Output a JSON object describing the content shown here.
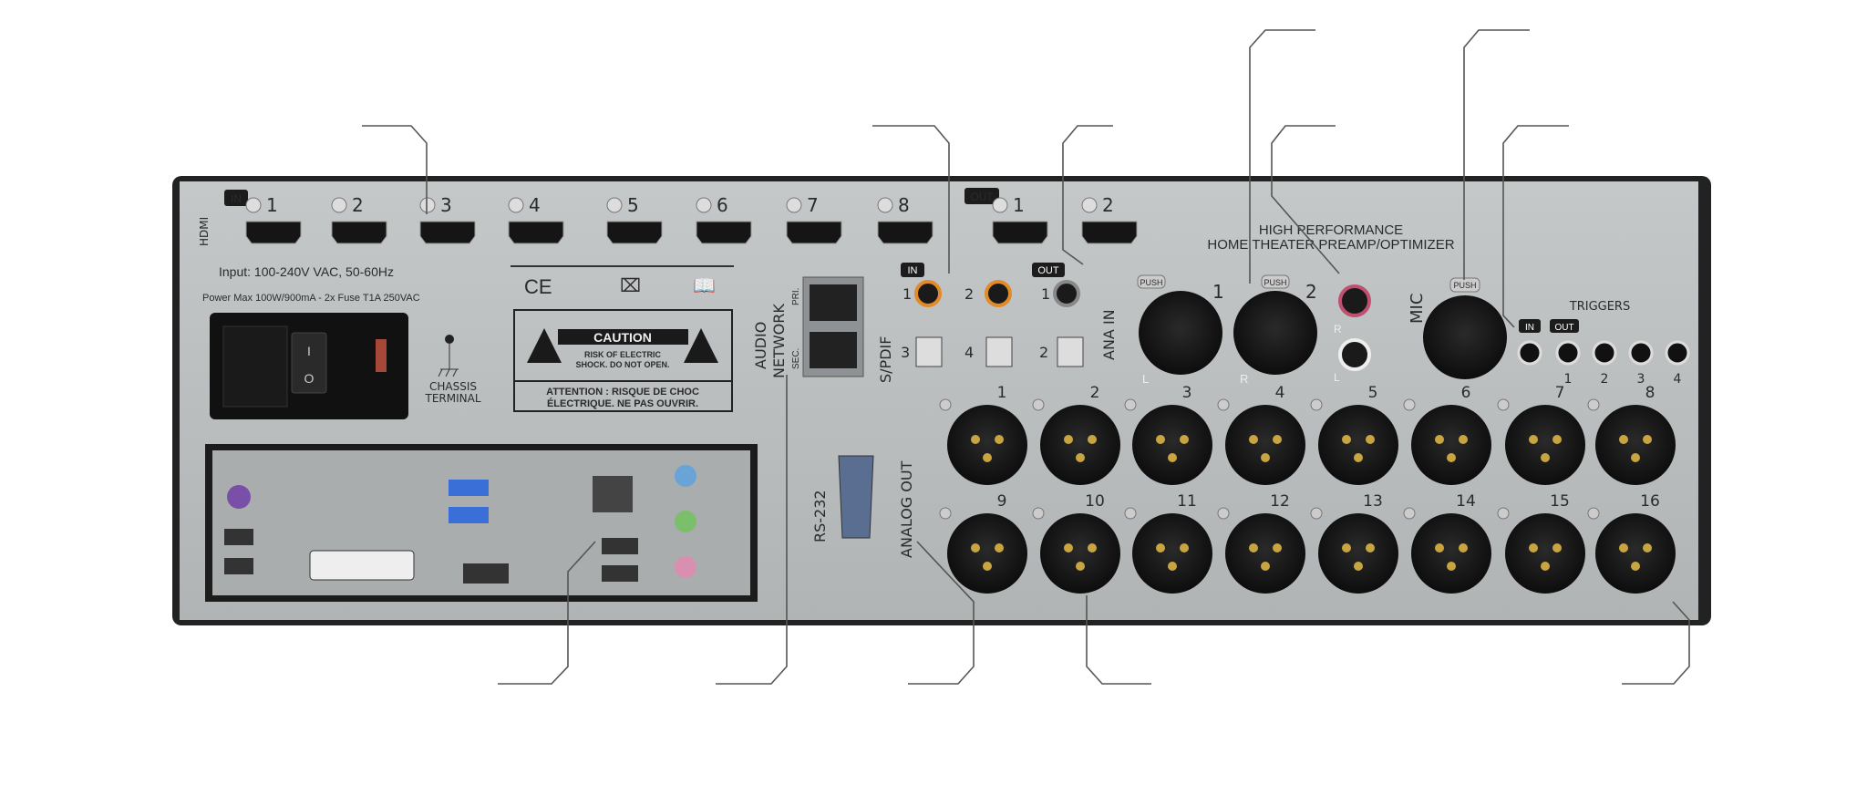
{
  "hdmi": {
    "section_label": "HDMI",
    "in_badge": "IN",
    "out_badge": "OUT",
    "inputs": [
      "1",
      "2",
      "3",
      "4",
      "5",
      "6",
      "7",
      "8"
    ],
    "outputs": [
      "1",
      "2"
    ]
  },
  "power": {
    "input_text": "Input: 100-240V VAC, 50-60Hz",
    "rating_text": "Power Max 100W/900mA - 2x Fuse T1A 250VAC",
    "switch_on": "I",
    "switch_off": "O",
    "chassis_label_1": "CHASSIS",
    "chassis_label_2": "TERMINAL"
  },
  "compliance": {
    "ce_mark": "CE",
    "caution_title": "CAUTION",
    "caution_line_1": "RISK OF ELECTRIC",
    "caution_line_2": "SHOCK. DO NOT OPEN.",
    "attention_line_1": "ATTENTION : RISQUE DE CHOC",
    "attention_line_2": "ÉLECTRIQUE. NE PAS OUVRIR."
  },
  "audio_network": {
    "label_1": "AUDIO",
    "label_2": "NETWORK",
    "primary": "PRI.",
    "secondary": "SEC."
  },
  "spdif": {
    "label": "S/PDIF",
    "in_badge": "IN",
    "out_badge": "OUT",
    "coax_in": [
      "1",
      "2"
    ],
    "optical_in": [
      "3",
      "4"
    ],
    "coax_out": "1",
    "optical_out": "2"
  },
  "analog_in": {
    "label": "ANA IN",
    "xlr": [
      "1",
      "2"
    ],
    "xlr_channels": [
      "L",
      "R"
    ],
    "rca_channels": [
      "R",
      "L"
    ],
    "push": "PUSH"
  },
  "branding": {
    "line_1": "HIGH PERFORMANCE",
    "line_2": "HOME THEATER PREAMP/OPTIMIZER"
  },
  "mic": {
    "label": "MIC",
    "push": "PUSH"
  },
  "triggers": {
    "label": "TRIGGERS",
    "in_badge": "IN",
    "out_badge": "OUT",
    "outputs": [
      "1",
      "2",
      "3",
      "4"
    ]
  },
  "rs232": {
    "label": "RS-232"
  },
  "analog_out": {
    "label": "ANALOG OUT",
    "channels": [
      "1",
      "2",
      "3",
      "4",
      "5",
      "6",
      "7",
      "8",
      "9",
      "10",
      "11",
      "12",
      "13",
      "14",
      "15",
      "16"
    ]
  },
  "colors": {
    "panel": "#b8bcbd",
    "frame": "#2a2a2a",
    "text": "#2b2b2b",
    "usb3": "#3a6fd8",
    "audio_blue": "#6aa3d6",
    "audio_green": "#7bbf6a",
    "audio_pink": "#d98fb0",
    "spdif_coax": "#e08a2a"
  }
}
